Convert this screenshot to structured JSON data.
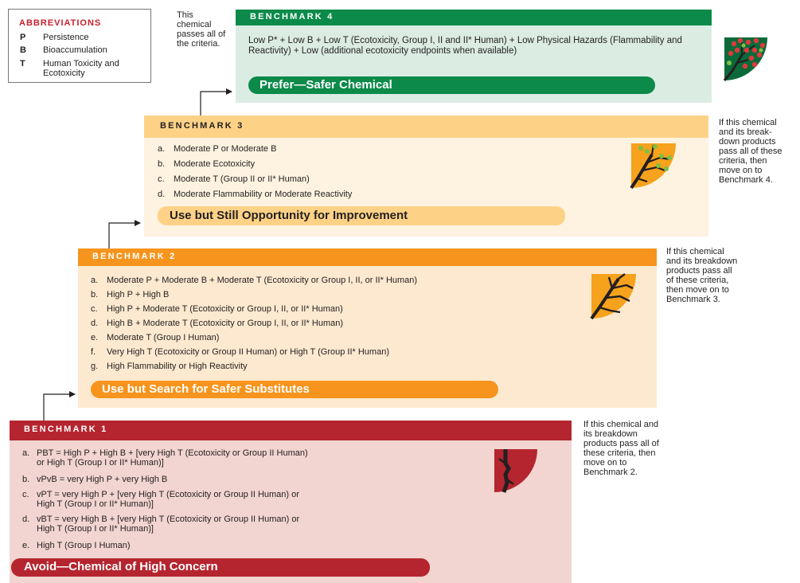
{
  "legend": {
    "title": "ABBREVIATIONS",
    "items": [
      {
        "key": "P",
        "value": "Persistence"
      },
      {
        "key": "B",
        "value": "Bioaccumulation"
      },
      {
        "key": "T",
        "value": "Human Toxicity and Ecotoxicity"
      }
    ]
  },
  "notes": {
    "top": "This chemical passes all of the criteria.",
    "bm3": "If this chemical and its break-down products pass all of these criteria, then move on to Benchmark 4.",
    "bm2": "If this chemical and its breakdown products pass all of these criteria, then move on to Benchmark 3.",
    "bm1": "If this chemical and its breakdown products pass all of these criteria, then move on to Benchmark 2."
  },
  "benchmarks": {
    "b4": {
      "title": "BENCHMARK 4",
      "text": "Low P* + Low B + Low T (Ecotoxicity, Group I, II and II* Human) + Low Physical Hazards (Flammability and Reactivity) + Low (additional ecotoxicity endpoints when available)",
      "action": "Prefer—Safer Chemical",
      "colors": {
        "header": "#0b8a4a",
        "body": "#dbece3",
        "pill": "#0b8a4a",
        "pill_text": "#ffffff"
      },
      "icon": "tree-quarter-green-fruit-icon"
    },
    "b3": {
      "title": "BENCHMARK 3",
      "criteria": [
        {
          "letter": "a.",
          "text": "Moderate P or Moderate B"
        },
        {
          "letter": "b.",
          "text": "Moderate Ecotoxicity"
        },
        {
          "letter": "c.",
          "text": "Moderate T (Group II  or II* Human)"
        },
        {
          "letter": "d.",
          "text": "Moderate Flammability or Moderate Reactivity"
        }
      ],
      "action": "Use but Still Opportunity for Improvement",
      "colors": {
        "header": "#fdd287",
        "body": "#fef3e0",
        "pill": "#fdd287",
        "pill_text": "#231f20"
      },
      "icon": "tree-quarter-sprouting-icon"
    },
    "b2": {
      "title": "BENCHMARK 2",
      "criteria": [
        {
          "letter": "a.",
          "text": "Moderate P + Moderate B + Moderate T (Ecotoxicity or Group I, II, or II* Human)"
        },
        {
          "letter": "b.",
          "text": "High P + High B"
        },
        {
          "letter": "c.",
          "text": "High P + Moderate T (Ecotoxicity or Group I, II, or II* Human)"
        },
        {
          "letter": "d.",
          "text": "High B + Moderate T (Ecotoxicity or Group I, II, or II* Human)"
        },
        {
          "letter": "e.",
          "text": "Moderate T (Group I Human)"
        },
        {
          "letter": "f.",
          "text": "Very High T (Ecotoxicity or Group II Human) or High T (Group II* Human)"
        },
        {
          "letter": "g.",
          "text": "High Flammability or High Reactivity"
        }
      ],
      "action": "Use but Search for Safer Substitutes",
      "colors": {
        "header": "#f7941d",
        "body": "#fde9cf",
        "pill": "#f7941d",
        "pill_text": "#ffffff"
      },
      "icon": "tree-quarter-bare-orange-icon"
    },
    "b1": {
      "title": "BENCHMARK 1",
      "criteria": [
        {
          "letter": "a.",
          "line1": "PBT = High P + High B + [very High T (Ecotoxicity or Group II Human)",
          "line2": "or High T (Group I or II* Human)]"
        },
        {
          "letter": "b.",
          "line1": "vPvB = very High P + very High B",
          "line2": ""
        },
        {
          "letter": "c.",
          "line1": "vPT = very High P + [very High T (Ecotoxicity or Group II Human) or",
          "line2": "High T (Group I or II* Human)]"
        },
        {
          "letter": "d.",
          "line1": "vBT = very High B + [very High T (Ecotoxicity or Group II Human) or",
          "line2": "High T (Group I or II* Human)]"
        },
        {
          "letter": "e.",
          "line1": "High T (Group I Human)",
          "line2": ""
        }
      ],
      "action": "Avoid—Chemical of High Concern",
      "colors": {
        "header": "#b5252f",
        "body": "#f2d5d0",
        "pill": "#b5252f",
        "pill_text": "#ffffff"
      },
      "icon": "tree-stump-red-icon"
    }
  }
}
